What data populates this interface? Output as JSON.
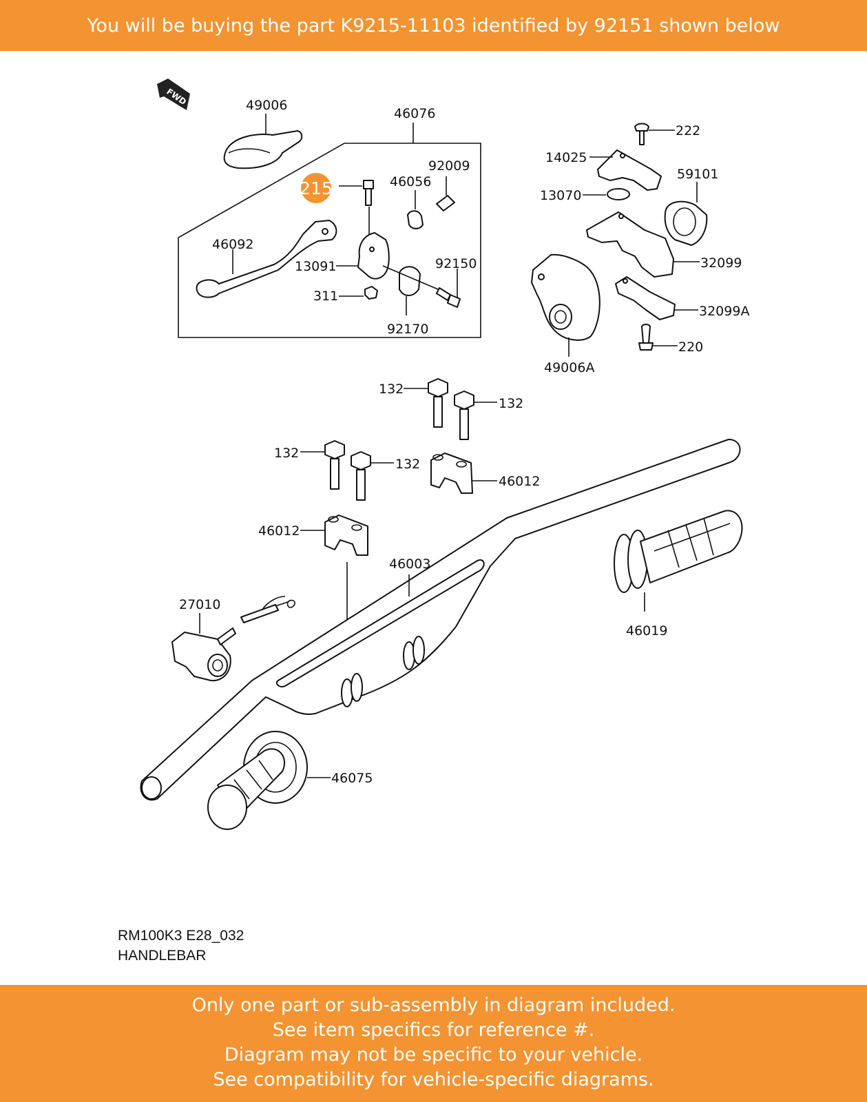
{
  "header": {
    "text": "You will be buying the part K9215-11103 identified by 92151 shown below",
    "color": "#f39332"
  },
  "footer": {
    "lines": [
      "Only one part or sub-assembly in diagram included.",
      "See item specifics for reference #.",
      "Diagram may not be specific to your vehicle.",
      "See compatibility for vehicle-specific diagrams."
    ]
  },
  "diagram": {
    "fwd_label": "FWD",
    "highlight_label": "215",
    "highlight_color": "#f39332",
    "labels": {
      "p49006": "49006",
      "p46076": "46076",
      "p92009": "92009",
      "p46056": "46056",
      "p46092": "46092",
      "p13091": "13091",
      "p92150": "92150",
      "p311": "311",
      "p92170": "92170",
      "p222": "222",
      "p14025": "14025",
      "p59101": "59101",
      "p13070": "13070",
      "p32099": "32099",
      "p32099A": "32099A",
      "p220": "220",
      "p49006A": "49006A",
      "p132a": "132",
      "p132b": "132",
      "p132c": "132",
      "p132d": "132",
      "p46012a": "46012",
      "p46012b": "46012",
      "p46003": "46003",
      "p27010": "27010",
      "p46019": "46019",
      "p46075": "46075"
    }
  },
  "caption": {
    "model": "RM100K3 E28_032",
    "title": "HANDLEBAR"
  }
}
